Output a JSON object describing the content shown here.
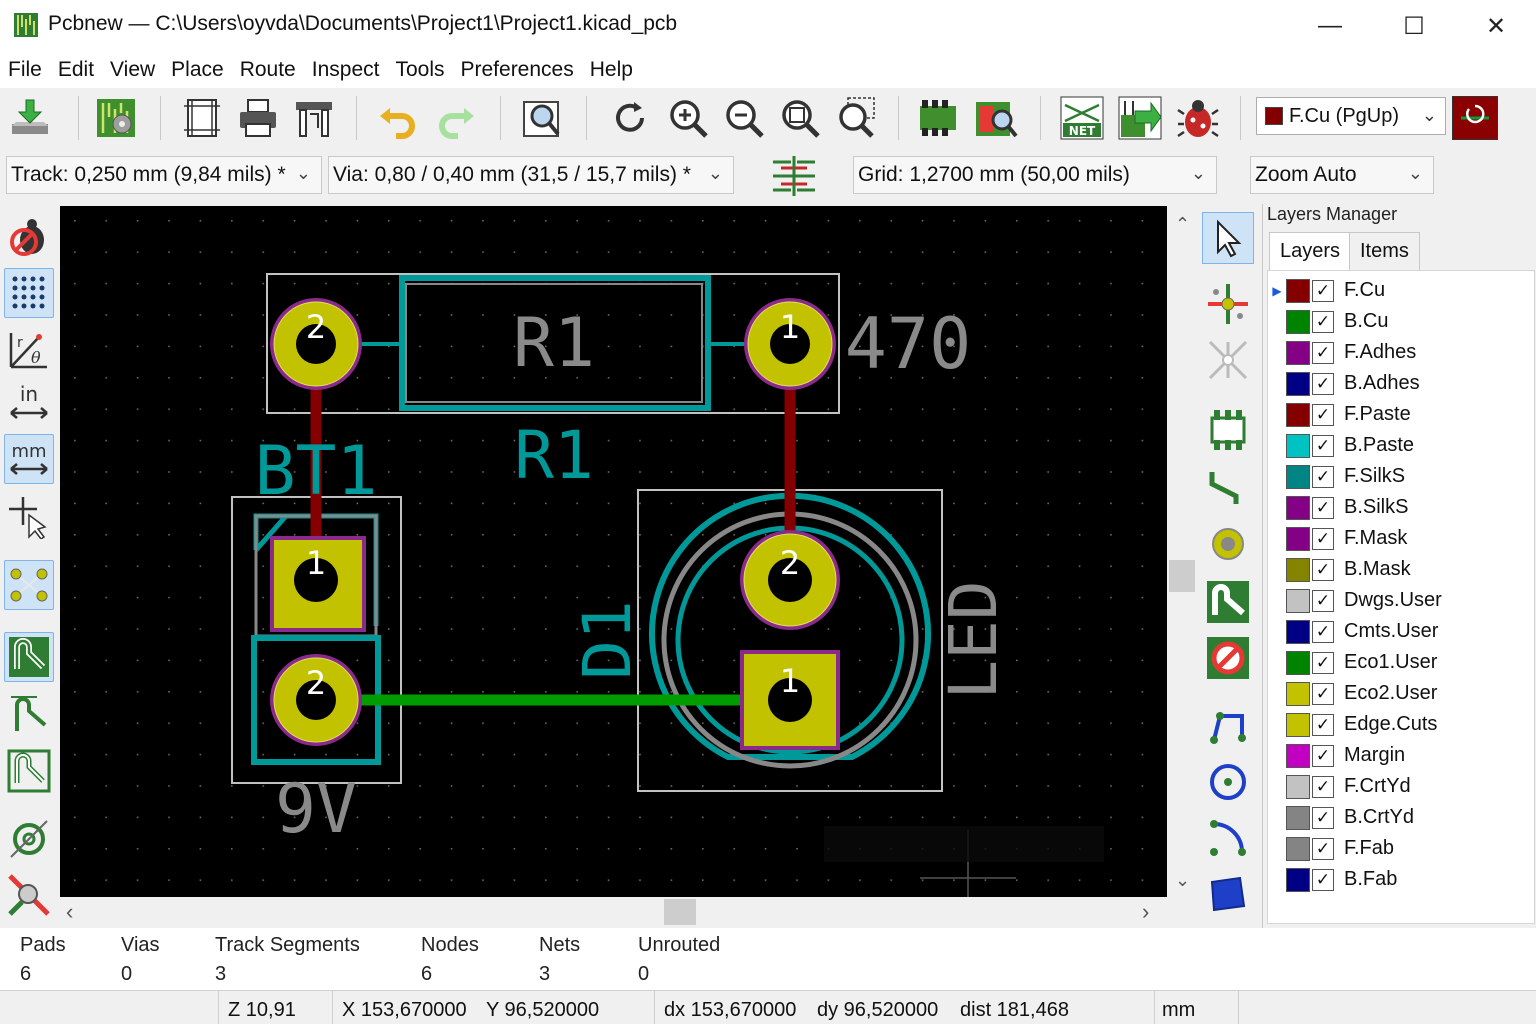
{
  "window": {
    "title": "Pcbnew — C:\\Users\\oyvda\\Documents\\Project1\\Project1.kicad_pcb",
    "minimize_icon": "minimize-icon",
    "maximize_icon": "maximize-icon",
    "close_icon": "close-icon"
  },
  "menu": [
    "File",
    "Edit",
    "View",
    "Place",
    "Route",
    "Inspect",
    "Tools",
    "Preferences",
    "Help"
  ],
  "toolbar": {
    "icons": [
      "save-board-icon",
      "board-setup-icon",
      "page-settings-icon",
      "print-icon",
      "plot-icon",
      "undo-icon",
      "redo-icon",
      "find-icon",
      "redraw-icon",
      "zoom-in-icon",
      "zoom-out-icon",
      "zoom-fit-icon",
      "zoom-selection-icon",
      "footprint-editor-icon",
      "footprint-browser-icon",
      "netlist-icon",
      "update-from-schematic-icon",
      "drc-bug-icon"
    ],
    "layer_selector": "F.Cu (PgUp)",
    "layer_color": "#840000"
  },
  "options": {
    "track": "Track: 0,250 mm (9,84 mils) *",
    "via": "Via: 0,80 / 0,40 mm (31,5 / 15,7 mils) *",
    "grid": "Grid: 1,2700 mm (50,00 mils)",
    "zoom": "Zoom Auto"
  },
  "left_tools": [
    "drc-off-icon",
    "grid-dots-icon",
    "polar-coords-icon",
    "inch-units-icon",
    "mm-units-icon",
    "full-crosshair-icon",
    "ratsnest-icon",
    "zone-fill-icon",
    "zone-outline-icon",
    "zone-sketch-icon",
    "via-sketch-icon",
    "track-sketch-icon"
  ],
  "right_tools": [
    "select-arrow-icon",
    "local-ratsnest-icon",
    "highlight-net-icon",
    "add-footprint-icon",
    "route-track-icon",
    "add-via-icon",
    "add-zone-icon",
    "add-keepout-icon",
    "draw-line-icon",
    "draw-circle-icon",
    "draw-arc-icon",
    "draw-polygon-icon"
  ],
  "board": {
    "components": {
      "r1_ref": "R1",
      "r1_value_ref": "R1",
      "r1_value": "470",
      "bt1_ref": "BT1",
      "bt1_value": "9V",
      "d1_ref": "D1",
      "d1_value": "LED",
      "pad_1": "1",
      "pad_2": "2"
    },
    "colors": {
      "background": "#000000",
      "front_copper": "#840000",
      "back_copper": "#009c00",
      "pad": "#c2c200",
      "silkscreen": "#009999",
      "courtyard": "#c2c2c2"
    }
  },
  "layers_manager": {
    "title": "Layers Manager",
    "tabs": [
      "Layers",
      "Items"
    ],
    "active_tab": "Layers",
    "layers": [
      {
        "name": "F.Cu",
        "color": "#840000",
        "checked": true,
        "current": true
      },
      {
        "name": "B.Cu",
        "color": "#008400",
        "checked": true
      },
      {
        "name": "F.Adhes",
        "color": "#840084",
        "checked": true
      },
      {
        "name": "B.Adhes",
        "color": "#000084",
        "checked": true
      },
      {
        "name": "F.Paste",
        "color": "#840000",
        "checked": true
      },
      {
        "name": "B.Paste",
        "color": "#00c2c2",
        "checked": true
      },
      {
        "name": "F.SilkS",
        "color": "#008484",
        "checked": true
      },
      {
        "name": "B.SilkS",
        "color": "#840084",
        "checked": true
      },
      {
        "name": "F.Mask",
        "color": "#840084",
        "checked": true
      },
      {
        "name": "B.Mask",
        "color": "#848400",
        "checked": true
      },
      {
        "name": "Dwgs.User",
        "color": "#c2c2c2",
        "checked": true
      },
      {
        "name": "Cmts.User",
        "color": "#000084",
        "checked": true
      },
      {
        "name": "Eco1.User",
        "color": "#008400",
        "checked": true
      },
      {
        "name": "Eco2.User",
        "color": "#c2c200",
        "checked": true
      },
      {
        "name": "Edge.Cuts",
        "color": "#c2c200",
        "checked": true
      },
      {
        "name": "Margin",
        "color": "#c200c2",
        "checked": true
      },
      {
        "name": "F.CrtYd",
        "color": "#c2c2c2",
        "checked": true
      },
      {
        "name": "B.CrtYd",
        "color": "#848484",
        "checked": true
      },
      {
        "name": "F.Fab",
        "color": "#848484",
        "checked": true
      },
      {
        "name": "B.Fab",
        "color": "#000084",
        "checked": true
      }
    ]
  },
  "stats": [
    {
      "label": "Pads",
      "value": "6"
    },
    {
      "label": "Vias",
      "value": "0"
    },
    {
      "label": "Track Segments",
      "value": "3"
    },
    {
      "label": "Nodes",
      "value": "6"
    },
    {
      "label": "Nets",
      "value": "3"
    },
    {
      "label": "Unrouted",
      "value": "0"
    }
  ],
  "statusbar": {
    "zoom": "Z 10,91",
    "x": "X 153,670000",
    "y": "Y 96,520000",
    "dx": "dx 153,670000",
    "dy": "dy 96,520000",
    "dist": "dist 181,468",
    "units": "mm"
  }
}
